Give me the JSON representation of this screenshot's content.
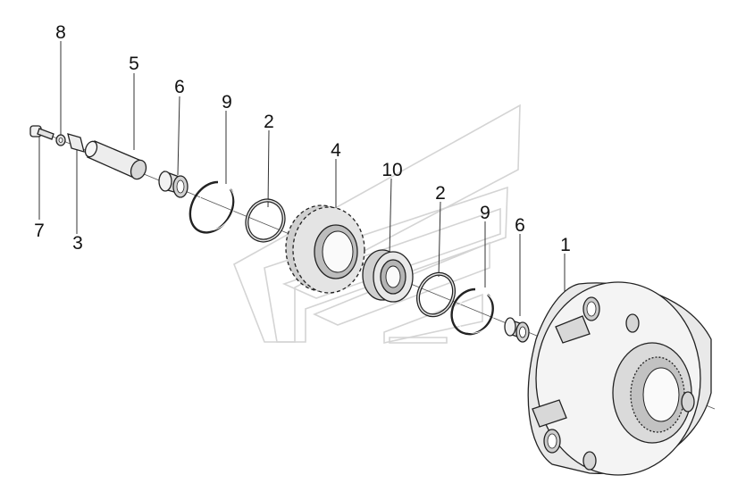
{
  "callouts": [
    {
      "id": "c8",
      "text": "8"
    },
    {
      "id": "c5",
      "text": "5"
    },
    {
      "id": "c6a",
      "text": "6"
    },
    {
      "id": "c9a",
      "text": "9"
    },
    {
      "id": "c2a",
      "text": "2"
    },
    {
      "id": "c4",
      "text": "4"
    },
    {
      "id": "c10",
      "text": "10"
    },
    {
      "id": "c2b",
      "text": "2"
    },
    {
      "id": "c9b",
      "text": "9"
    },
    {
      "id": "c6b",
      "text": "6"
    },
    {
      "id": "c1",
      "text": "1"
    },
    {
      "id": "c7",
      "text": "7"
    },
    {
      "id": "c3",
      "text": "3"
    }
  ]
}
